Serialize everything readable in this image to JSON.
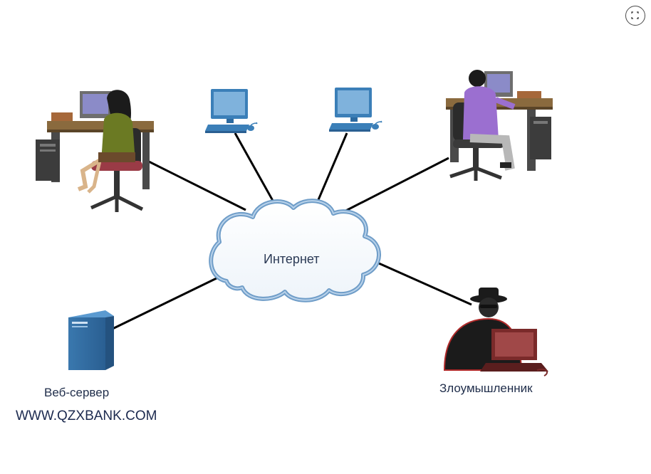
{
  "diagram": {
    "cloud_label": "Интернет",
    "server_label": "Веб-сервер",
    "server_url": "WWW.QZXBANK.COM",
    "attacker_label": "Злоумышленник"
  },
  "controls": {
    "expand_icon": "fullscreen-icon"
  },
  "colors": {
    "cloud_fill": "#ffffff",
    "cloud_stroke": "#6f9dc8",
    "monitor_blue": "#3b7fb8",
    "link_line": "#000000",
    "attacker_screen": "#8c2a2a"
  }
}
